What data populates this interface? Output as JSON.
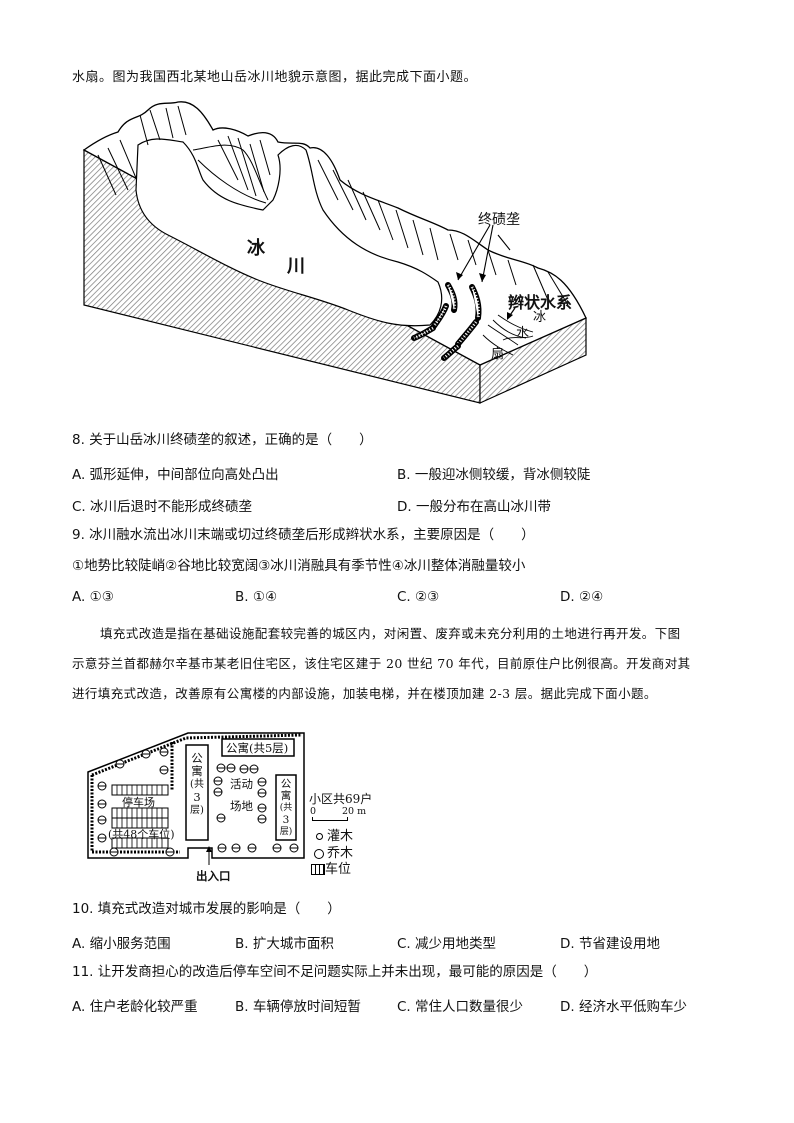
{
  "intro_fragment": "水扇。图为我国西北某地山岳冰川地貌示意图，据此完成下面小题。",
  "figure1": {
    "labels": {
      "glacier_1": "冰",
      "glacier_2": "川",
      "terminal_moraine": "终碛垄",
      "braided_river": "辫状水系",
      "fan_1": "冰",
      "fan_2": "水",
      "fan_3": "扇"
    }
  },
  "q8": {
    "stem": "8. 关于山岳冰川终碛垄的叙述，正确的是（　　）",
    "options": [
      {
        "label": "A.",
        "text": "弧形延伸，中间部位向高处凸出"
      },
      {
        "label": "B.",
        "text": "一般迎冰侧较缓，背冰侧较陡"
      },
      {
        "label": "C.",
        "text": "冰川后退时不能形成终碛垄"
      },
      {
        "label": "D.",
        "text": "一般分布在高山冰川带"
      }
    ]
  },
  "q9": {
    "stem": "9. 冰川融水流出冰川末端或切过终碛垄后形成辫状水系，主要原因是（　　）",
    "statements": "①地势比较陡峭②谷地比较宽阔③冰川消融具有季节性④冰川整体消融量较小",
    "options": [
      {
        "label": "A.",
        "text": "①③"
      },
      {
        "label": "B.",
        "text": "①④"
      },
      {
        "label": "C.",
        "text": "②③"
      },
      {
        "label": "D.",
        "text": "②④"
      }
    ]
  },
  "passage2": {
    "line1": "填充式改造是指在基础设施配套较完善的城区内，对闲置、废弃或未充分利用的土地进行再开发。下图",
    "line2": "示意芬兰首都赫尔辛基市某老旧住宅区，该住宅区建于 20 世纪 70 年代，目前原住户比例很高。开发商对其",
    "line3": "进行填充式改造，改善原有公寓楼的内部设施，加装电梯，并在楼顶加建 2-3 层。据此完成下面小题。"
  },
  "figure2": {
    "apt5": "公寓(共5层)",
    "apt3_left": [
      "公",
      "寓",
      "(共",
      "3",
      "层)"
    ],
    "apt3_right": [
      "公",
      "寓",
      "(共",
      "3",
      "层)"
    ],
    "parking": "停车场",
    "parking_count": "(共48个车位)",
    "activity_1": "活动",
    "activity_2": "场地",
    "entrance": "出入口",
    "households": "小区共69户",
    "scale_0": "0",
    "scale_20": "20 m",
    "legend": [
      {
        "icon": "shrub-icon",
        "label": "灌木"
      },
      {
        "icon": "tree-icon",
        "label": "乔木"
      },
      {
        "icon": "parking-space-icon",
        "label": "车位"
      }
    ]
  },
  "q10": {
    "stem": "10. 填充式改造对城市发展的影响是（　　）",
    "options": [
      {
        "label": "A.",
        "text": "缩小服务范围"
      },
      {
        "label": "B.",
        "text": "扩大城市面积"
      },
      {
        "label": "C.",
        "text": "减少用地类型"
      },
      {
        "label": "D.",
        "text": "节省建设用地"
      }
    ]
  },
  "q11": {
    "stem": "11. 让开发商担心的改造后停车空间不足问题实际上并未出现，最可能的原因是（　　）",
    "options": [
      {
        "label": "A.",
        "text": "住户老龄化较严重"
      },
      {
        "label": "B.",
        "text": "车辆停放时间短暂"
      },
      {
        "label": "C.",
        "text": "常住人口数量很少"
      },
      {
        "label": "D.",
        "text": "经济水平低购车少"
      }
    ]
  }
}
